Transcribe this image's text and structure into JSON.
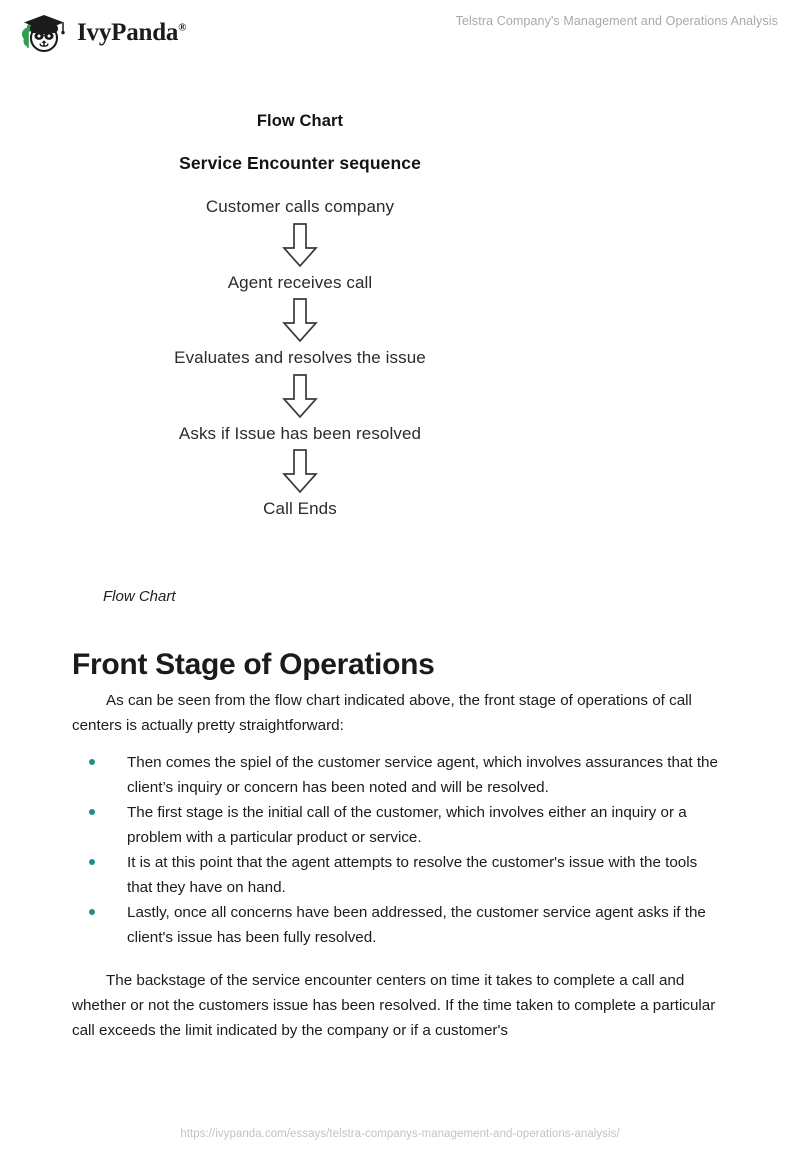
{
  "header": {
    "brand_name": "IvyPanda",
    "brand_reg_symbol": "®",
    "document_title": "Telstra Company's Management and Operations Analysis"
  },
  "figure": {
    "title": "Flow Chart",
    "subtitle": "Service Encounter sequence",
    "steps": [
      "Customer calls company",
      "Agent receives call",
      "Evaluates and resolves the issue",
      "Asks if Issue has been resolved",
      "Call Ends"
    ],
    "arrow_icon_name": "down-block-arrow-icon",
    "caption": "Flow Chart"
  },
  "section": {
    "heading": "Front Stage of Operations",
    "intro_paragraph": "As can be seen from the flow chart indicated above, the front stage of operations of call centers is actually pretty straightforward:",
    "bullets": [
      "Then comes the spiel of the customer service agent, which involves assurances that the client’s inquiry or concern has been noted and will be resolved.",
      "The first stage is the initial call of the customer, which involves either an inquiry or a problem with a particular product or service.",
      "It is at this point that the agent attempts to resolve the customer's issue with the tools that they have on hand.",
      "Lastly, once all concerns have been addressed, the customer service agent asks if the client's issue has been fully resolved."
    ],
    "closing_paragraph": "The backstage of the service encounter centers on time it takes to complete a call and whether or not the customers issue has been resolved. If the time taken to complete a particular call exceeds the limit indicated by the company or if a customer's"
  },
  "footer": {
    "url": "https://ivypanda.com/essays/telstra-companys-management-and-operations-analysis/"
  },
  "colors": {
    "bullet": "#1d9184",
    "header_title": "#a9a9a9",
    "footer_url": "#c3c3c3",
    "ivy_leaf": "#2f9e4f",
    "text": "#1c1c1c"
  }
}
